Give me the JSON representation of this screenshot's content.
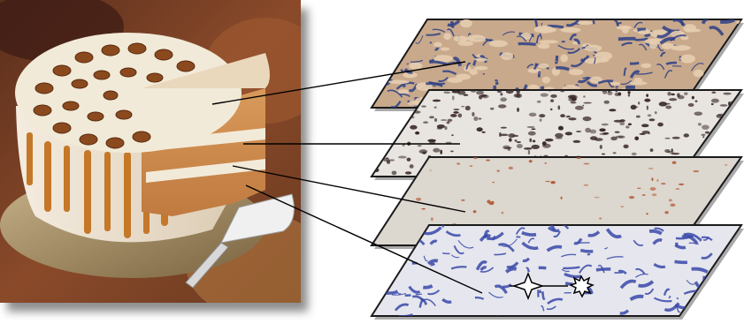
{
  "photo": {
    "subject": "layer-cake"
  },
  "layers": [
    {
      "id": "layer-1",
      "map_theme": "tan-patches-blue-network",
      "base_color": "#c9a98c",
      "accent_color": "#2c3f86"
    },
    {
      "id": "layer-2",
      "map_theme": "dark-clusters-on-white",
      "base_color": "#e8e5e1",
      "accent_color": "#3a2a2a"
    },
    {
      "id": "layer-3",
      "map_theme": "sparse-red-dots",
      "base_color": "#dcd7cf",
      "accent_color": "#b0562f"
    },
    {
      "id": "layer-4",
      "map_theme": "blue-network-on-white",
      "base_color": "#e6e7ee",
      "accent_color": "#3848a8"
    }
  ],
  "markers": [
    {
      "id": "star-marker",
      "icon": "four-point-star-icon"
    },
    {
      "id": "burst-marker",
      "icon": "starburst-icon"
    }
  ],
  "colors": {
    "leader_line": "#000000",
    "slab_edge": "#1a1a1a",
    "background": "#ffffff"
  }
}
